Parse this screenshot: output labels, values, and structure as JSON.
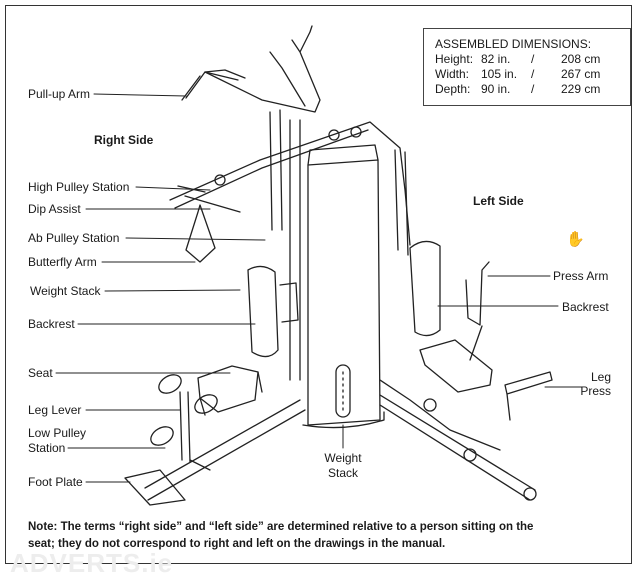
{
  "dimensions_box": {
    "title": "ASSEMBLED DIMENSIONS:",
    "rows": [
      {
        "label": "Height:",
        "inches": "82 in.",
        "sep": "/",
        "cm": "208 cm"
      },
      {
        "label": "Width:",
        "inches": "105 in.",
        "sep": "/",
        "cm": "267 cm"
      },
      {
        "label": "Depth:",
        "inches": "90 in.",
        "sep": "/",
        "cm": "229 cm"
      }
    ]
  },
  "headings": {
    "right_side": "Right Side",
    "left_side": "Left Side"
  },
  "labels_left": [
    "Pull-up Arm",
    "High Pulley Station",
    "Dip Assist",
    "Ab Pulley Station",
    "Butterfly Arm",
    "Weight Stack",
    "Backrest",
    "Seat",
    "Leg Lever",
    "Low Pulley",
    "Station",
    "Foot Plate"
  ],
  "labels_right": {
    "press_arm": "Press Arm",
    "backrest": "Backrest",
    "leg_press_line1": "Leg",
    "leg_press_line2": "Press"
  },
  "labels_bottom": {
    "weight_stack_line1": "Weight",
    "weight_stack_line2": "Stack"
  },
  "note": {
    "line1": "Note: The terms “right side” and “left side” are determined relative to a person sitting on the",
    "line2": "seat; they do not correspond to right and left on the drawings in the manual."
  },
  "watermark": "ADVERTS.ie",
  "cursor_icon": "hand-cursor-icon",
  "colors": {
    "line": "#222222",
    "border": "#333333",
    "background": "#ffffff"
  }
}
